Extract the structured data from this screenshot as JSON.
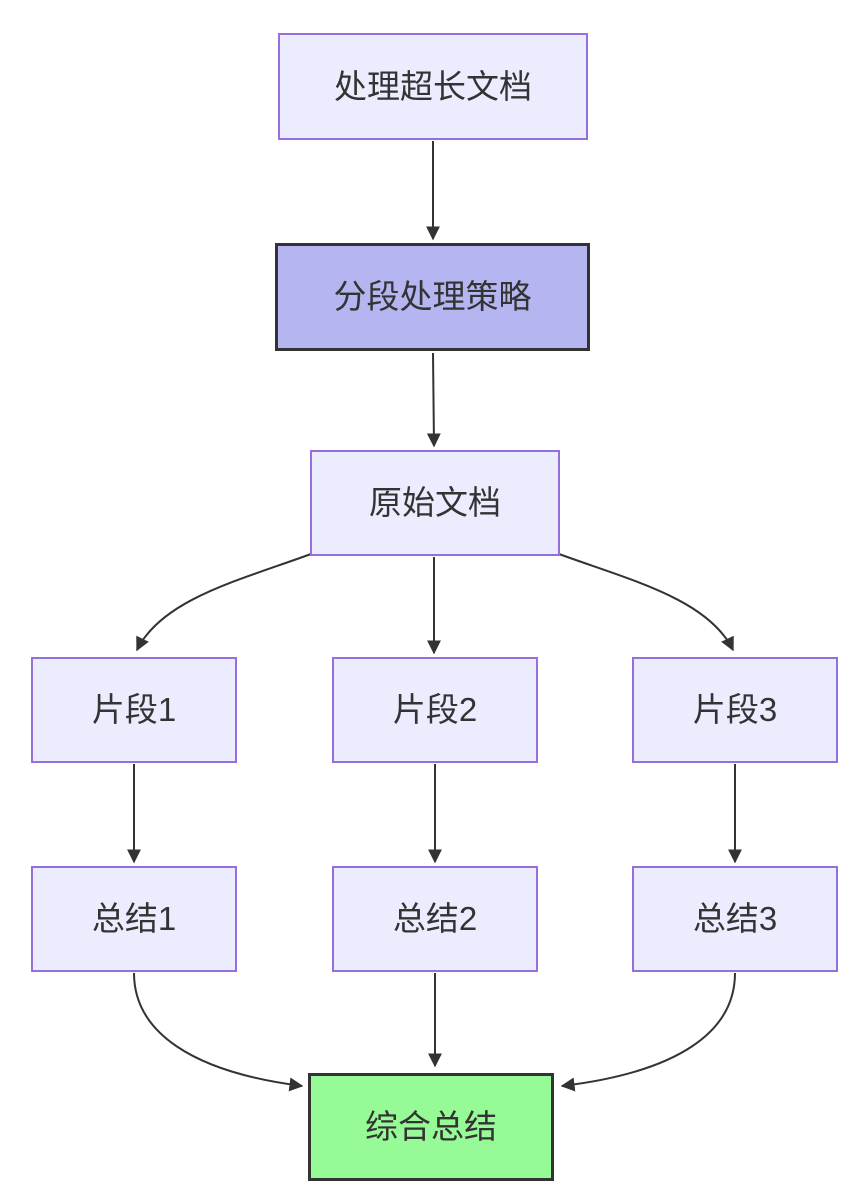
{
  "diagram": {
    "type": "flowchart",
    "direction": "top-down",
    "nodes": {
      "start": {
        "label": "处理超长文档",
        "style": "default"
      },
      "strategy": {
        "label": "分段处理策略",
        "style": "highlight"
      },
      "source": {
        "label": "原始文档",
        "style": "default"
      },
      "seg1": {
        "label": "片段1",
        "style": "default"
      },
      "seg2": {
        "label": "片段2",
        "style": "default"
      },
      "seg3": {
        "label": "片段3",
        "style": "default"
      },
      "sum1": {
        "label": "总结1",
        "style": "default"
      },
      "sum2": {
        "label": "总结2",
        "style": "default"
      },
      "sum3": {
        "label": "总结3",
        "style": "default"
      },
      "final": {
        "label": "综合总结",
        "style": "success"
      }
    },
    "edges": [
      {
        "from": "start",
        "to": "strategy"
      },
      {
        "from": "strategy",
        "to": "source"
      },
      {
        "from": "source",
        "to": "seg1"
      },
      {
        "from": "source",
        "to": "seg2"
      },
      {
        "from": "source",
        "to": "seg3"
      },
      {
        "from": "seg1",
        "to": "sum1"
      },
      {
        "from": "seg2",
        "to": "sum2"
      },
      {
        "from": "seg3",
        "to": "sum3"
      },
      {
        "from": "sum1",
        "to": "final"
      },
      {
        "from": "sum2",
        "to": "final"
      },
      {
        "from": "sum3",
        "to": "final"
      }
    ],
    "colors": {
      "canvas_bg": "#FFFFFF",
      "node_fill": "#ECECFF",
      "node_border": "#9370DB",
      "highlight_fill": "#B5B5F2",
      "highlight_border": "#333333",
      "success_fill": "#96FA96",
      "success_border": "#333333",
      "edge_color": "#333333",
      "text_color": "#333333"
    }
  }
}
